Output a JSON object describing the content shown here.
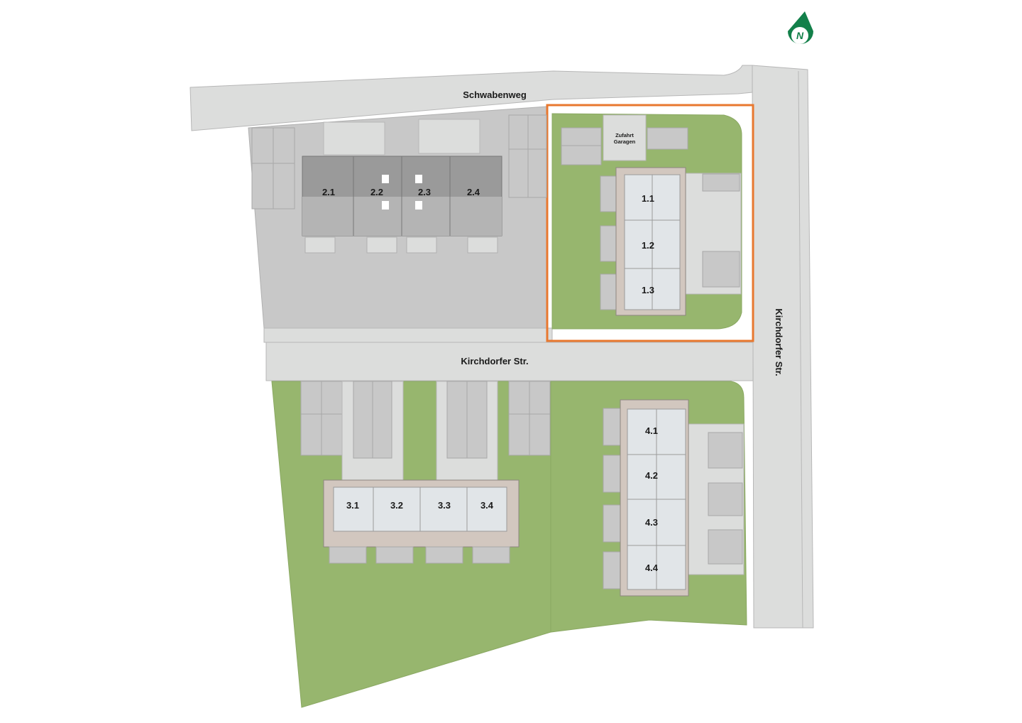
{
  "streets": {
    "north": "Schwabenweg",
    "middle": "Kirchdorfer Str.",
    "east": "Kirchdorfer Str."
  },
  "garage_access": {
    "line1": "Zufahrt",
    "line2": "Garagen"
  },
  "compass": {
    "letter": "N",
    "icon": "north-arrow-icon"
  },
  "highlight": {
    "color": "#e8782f"
  },
  "buildings": {
    "b1": {
      "units": [
        "1.1",
        "1.2",
        "1.3"
      ]
    },
    "b2": {
      "units": [
        "2.1",
        "2.2",
        "2.3",
        "2.4"
      ]
    },
    "b3": {
      "units": [
        "3.1",
        "3.2",
        "3.3",
        "3.4"
      ]
    },
    "b4": {
      "units": [
        "4.1",
        "4.2",
        "4.3",
        "4.4"
      ]
    }
  },
  "colors": {
    "road": "#dcdddc",
    "lawn": "#97b66e",
    "paved": "#c8c8c8",
    "roof": "#e1e5e8",
    "building_edge": "#d2c7bf",
    "compass": "#13804a"
  }
}
